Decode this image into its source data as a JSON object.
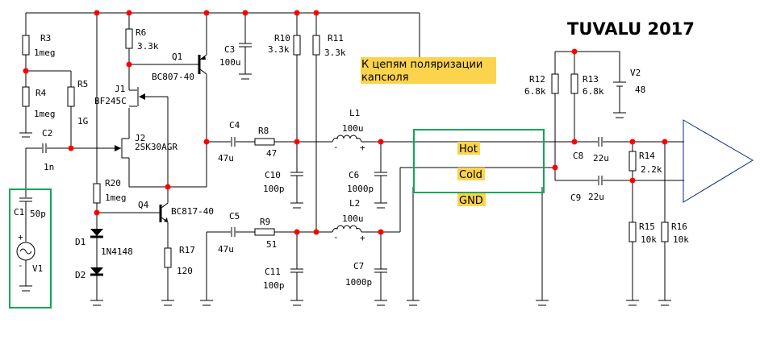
{
  "title": "TUVALU 2017",
  "annotations": {
    "bias_note_line1": "К цепям поляризации",
    "bias_note_line2": "капсюля",
    "connector_hot": "Hot",
    "connector_cold": "Cold",
    "connector_gnd": "GND"
  },
  "colors": {
    "wire": "#000000",
    "node": "#ff0000",
    "highlight": "#fcd34d",
    "frame": "#0aa858",
    "amplifier": "#0b2a8c"
  },
  "components": {
    "R3": {
      "ref": "R3",
      "value": "1meg"
    },
    "R4": {
      "ref": "R4",
      "value": "1meg"
    },
    "R5": {
      "ref": "R5",
      "value": "1G"
    },
    "R6": {
      "ref": "R6",
      "value": "3.3k"
    },
    "R8": {
      "ref": "R8",
      "value": "47"
    },
    "R9": {
      "ref": "R9",
      "value": "51"
    },
    "R10": {
      "ref": "R10",
      "value": "3.3k"
    },
    "R11": {
      "ref": "R11",
      "value": "3.3k"
    },
    "R12": {
      "ref": "R12",
      "value": "6.8k"
    },
    "R13": {
      "ref": "R13",
      "value": "6.8k"
    },
    "R14": {
      "ref": "R14",
      "value": "2.2k"
    },
    "R15": {
      "ref": "R15",
      "value": "10k"
    },
    "R16": {
      "ref": "R16",
      "value": "10k"
    },
    "R17": {
      "ref": "R17",
      "value": "120"
    },
    "R20": {
      "ref": "R20",
      "value": "1meg"
    },
    "C1": {
      "ref": "C1",
      "value": "50p"
    },
    "C2": {
      "ref": "C2",
      "value": "1n"
    },
    "C3": {
      "ref": "C3",
      "value": "100u"
    },
    "C4": {
      "ref": "C4",
      "value": "47u"
    },
    "C5": {
      "ref": "C5",
      "value": "47u"
    },
    "C6": {
      "ref": "C6",
      "value": "1000p"
    },
    "C7": {
      "ref": "C7",
      "value": "1000p"
    },
    "C8": {
      "ref": "C8",
      "value": "22u"
    },
    "C9": {
      "ref": "C9",
      "value": "22u"
    },
    "C10": {
      "ref": "C10",
      "value": "100p"
    },
    "C11": {
      "ref": "C11",
      "value": "100p"
    },
    "L1": {
      "ref": "L1",
      "value": "100u"
    },
    "L2": {
      "ref": "L2",
      "value": "100u"
    },
    "Q1": {
      "ref": "Q1",
      "value": "BC807-40"
    },
    "Q4": {
      "ref": "Q4",
      "value": "BC817-40"
    },
    "J1": {
      "ref": "J1",
      "value": "BF245C"
    },
    "J2": {
      "ref": "J2",
      "value": "2SK30AGR"
    },
    "D1": {
      "ref": "D1",
      "value": "1N4148"
    },
    "D2": {
      "ref": "D2",
      "value": ""
    },
    "V1": {
      "ref": "V1",
      "value": ""
    },
    "V2": {
      "ref": "V2",
      "value": "48"
    }
  }
}
